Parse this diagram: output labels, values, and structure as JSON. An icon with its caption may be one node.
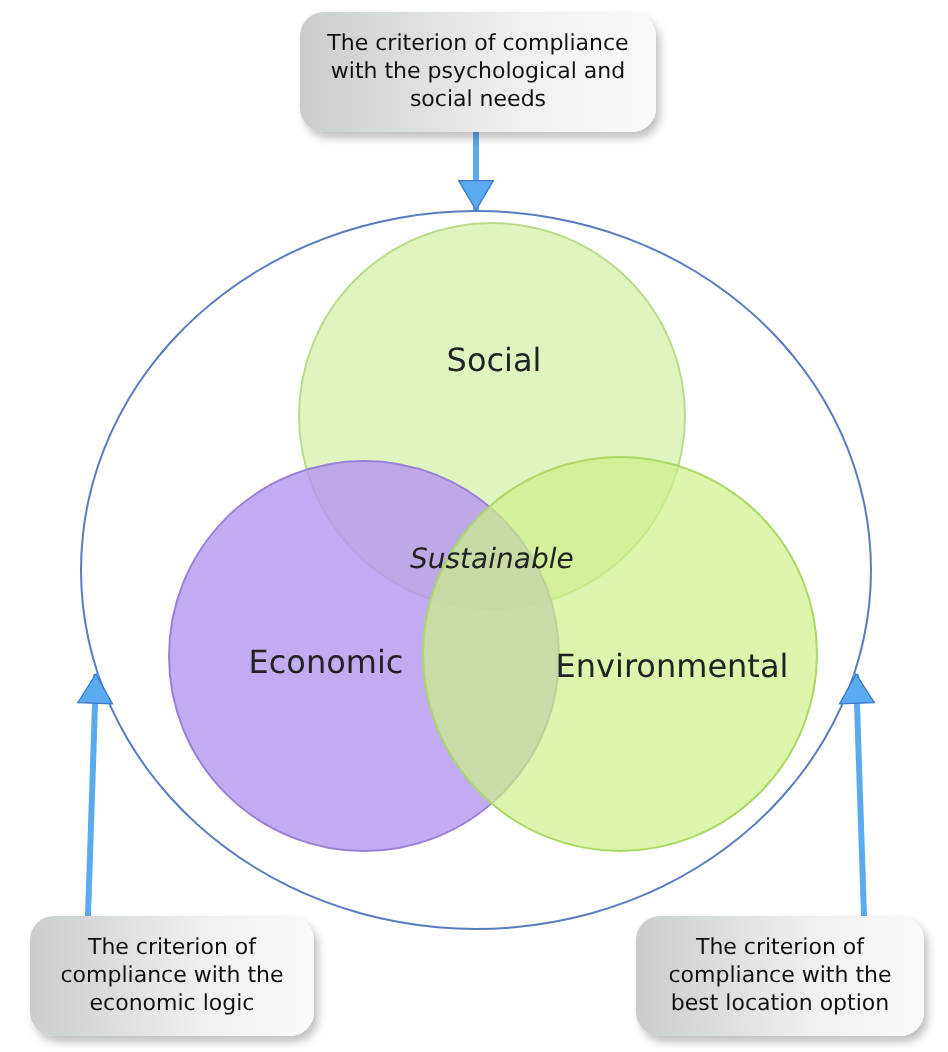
{
  "diagram": {
    "nodes": [
      {
        "text": [
          "The criterion of compliance with the psychological and social needs"
        ]
      },
      {
        "text": [],
        "shape": "circle"
      },
      {
        "text": [
          "Social"
        ],
        "in": 1
      },
      {
        "text": [
          "Economic"
        ],
        "in": 1
      },
      {
        "text": [
          "Environmental"
        ],
        "in": 1
      },
      {
        "text": [
          "The criterion of compliance with the economic logic"
        ]
      },
      {
        "text": [
          "The criterion of compliance with the best location option"
        ]
      }
    ],
    "edges": [
      {
        "from": 0,
        "to": 1,
        "arrow": "to"
      },
      {
        "from": 5,
        "to": 1,
        "arrow": "to"
      },
      {
        "from": 6,
        "to": 1,
        "arrow": "to"
      }
    ],
    "labels": [
      "Sustainable"
    ]
  }
}
